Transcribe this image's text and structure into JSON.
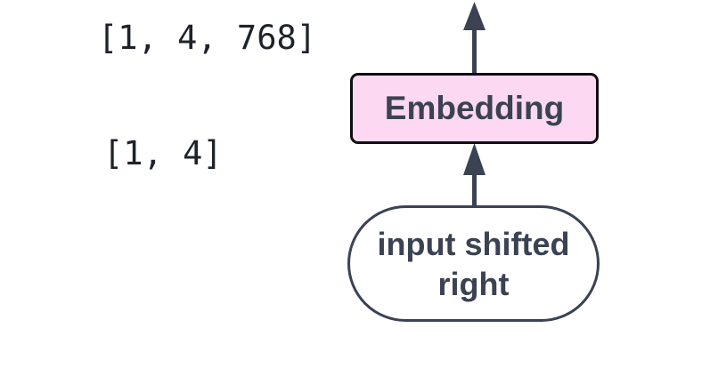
{
  "diagram": {
    "type": "flowchart-fragment",
    "background": "#ffffff"
  },
  "annotations": {
    "embedding_output_shape": "[1, 4, 768]",
    "input_shape": "[1, 4]"
  },
  "nodes": {
    "embedding": {
      "label": "Embedding",
      "fill": "#fcd8f2",
      "border_color": "#0f0f0f",
      "text_color": "#3b4252",
      "shape": "rectangle"
    },
    "input": {
      "label": "input shifted right",
      "lines": [
        "input shifted",
        "right"
      ],
      "fill": "#ffffff",
      "border_color": "#3a4253",
      "text_color": "#3b4252",
      "shape": "stadium"
    }
  },
  "edges": {
    "input_to_embedding": {
      "from": "input",
      "to": "embedding",
      "direction": "up"
    },
    "embedding_to_output": {
      "from": "embedding",
      "to": "off-canvas-top",
      "direction": "up"
    }
  },
  "colors": {
    "arrow": "#3a4253",
    "mono_text": "#1e222a",
    "node_label_text": "#3b4252",
    "embedding_fill": "#fcd8f2",
    "embedding_border": "#0f0f0f",
    "stadium_border": "#3a4253",
    "background": "#ffffff"
  }
}
